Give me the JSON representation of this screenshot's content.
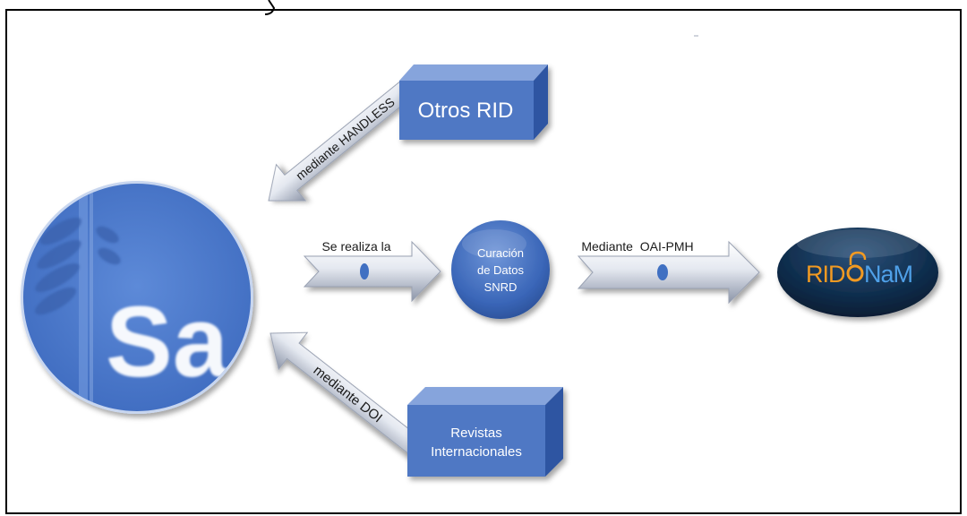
{
  "frame": {
    "border_color": "#000000",
    "background": "#ffffff"
  },
  "colors": {
    "box_front": "#4f78c2",
    "box_top": "#7f9fd8",
    "box_side": "#2f55a0",
    "arrow_light": "#f3f5f9",
    "arrow_mid": "#c9cfdc",
    "arrow_dark": "#7f889c",
    "circle_blue": "#3f6fc2",
    "logo_sa_bg": "#4e7dd0",
    "logo_ridonam_bg": "#0d2a47",
    "ridonam_orange": "#f29a22",
    "ridonam_blue": "#4fa0e8"
  },
  "nodes": {
    "otros_rid": {
      "label": "Otros RID"
    },
    "revistas": {
      "line1": "Revistas",
      "line2": "Internacionales"
    },
    "curacion": {
      "line1": "Curación",
      "line2": "de Datos",
      "line3": "SNRD"
    },
    "sa_logo": {
      "text": "Sa",
      "icon": "wheat-icon"
    },
    "ridonam_logo": {
      "part1": "RID",
      "part2": "NaM",
      "icon": "open-lock-icon"
    }
  },
  "edges": {
    "handless": {
      "label": "mediante HANDLESS"
    },
    "doi": {
      "label": "mediante DOI"
    },
    "se_realiza": {
      "label": "Se realiza la"
    },
    "oai": {
      "label": "Mediante  OAI-PMH"
    }
  }
}
